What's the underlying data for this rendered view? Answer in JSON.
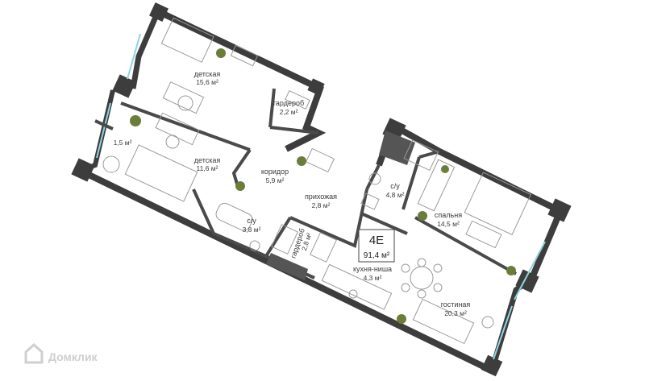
{
  "plan": {
    "name": "4E",
    "area": "91,4 м²"
  },
  "rooms": {
    "kids1": {
      "name": "детская",
      "area": "15,6 м²"
    },
    "kids2": {
      "name": "детская",
      "area": "11,6 м²"
    },
    "balcony": {
      "name": "",
      "area": "1,5 м²"
    },
    "wardrobe1": {
      "name": "гардероб",
      "area": "2,2 м²"
    },
    "corridor": {
      "name": "коридор",
      "area": "5,9 м²"
    },
    "bath1": {
      "name": "с/у",
      "area": "3,8 м²"
    },
    "hall": {
      "name": "прихожая",
      "area": "2,8 м²"
    },
    "wardrobe2": {
      "name": "гардероб",
      "area": "2,8 м²"
    },
    "bath2": {
      "name": "с/у",
      "area": "4,8 м²"
    },
    "bedroom": {
      "name": "спальня",
      "area": "14,5 м²"
    },
    "kitchen": {
      "name": "кухня-ниша",
      "area": "4,3 м²"
    },
    "living": {
      "name": "гостиная",
      "area": "20,3 м²"
    }
  },
  "watermark": {
    "text": "Домклик"
  },
  "colors": {
    "wall": "#3d3d3d",
    "window": "#8fd3e0",
    "plant": "#6b7d3a",
    "furniture": "#9a9a9a"
  }
}
